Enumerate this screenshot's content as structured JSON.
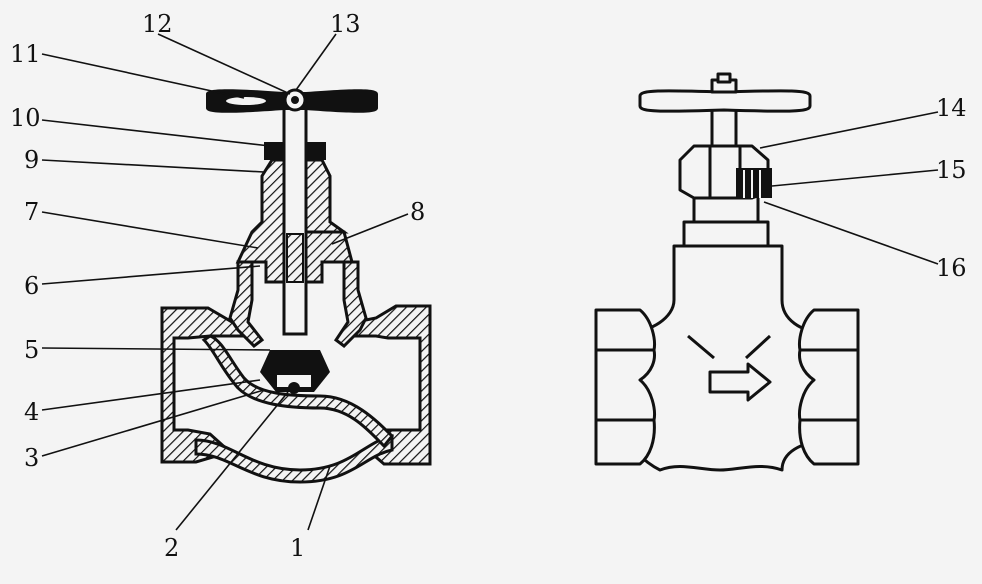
{
  "figure": {
    "background": "#f4f4f4",
    "ink": "#111111"
  },
  "labels": {
    "l1": "1",
    "l2": "2",
    "l3": "3",
    "l4": "4",
    "l5": "5",
    "l6": "6",
    "l7": "7",
    "l8": "8",
    "l9": "9",
    "l10": "10",
    "l11": "11",
    "l12": "12",
    "l13": "13",
    "l14": "14",
    "l15": "15",
    "l16": "16"
  }
}
